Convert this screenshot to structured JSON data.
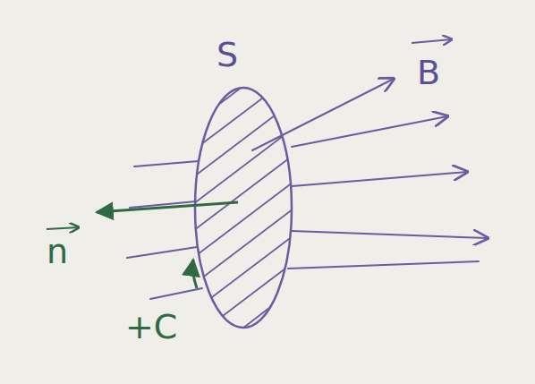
{
  "diagram": {
    "labels": [
      "S",
      "B",
      "n",
      "+C"
    ]
  }
}
